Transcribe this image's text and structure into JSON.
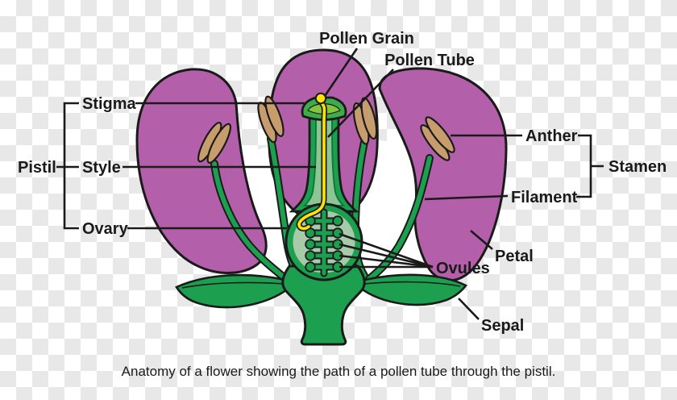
{
  "diagram": {
    "type": "labeled-diagram",
    "subject": "Flower anatomy with pollen tube path",
    "caption": "Anatomy of a flower showing the path of a pollen tube through the pistil."
  },
  "labels": {
    "pollen_grain": "Pollen Grain",
    "pollen_tube": "Pollen Tube",
    "stigma": "Stigma",
    "style": "Style",
    "ovary": "Ovary",
    "pistil": "Pistil",
    "anther": "Anther",
    "filament": "Filament",
    "stamen": "Stamen",
    "petal": "Petal",
    "ovules": "Ovules",
    "sepal": "Sepal"
  },
  "groups": {
    "pistil_parts": [
      "Stigma",
      "Style",
      "Ovary"
    ],
    "stamen_parts": [
      "Anther",
      "Filament"
    ]
  },
  "colors": {
    "petal": "#B45FA9",
    "anther": "#C89D6E",
    "green": "#1CA04F",
    "green_dark": "#0E7A3A",
    "stigma_top": "#84C440",
    "style_inner": "#8FC594",
    "ovary_inner": "#A7CBA9",
    "pollen": "#FFE206",
    "outline": "#1A1A1A",
    "checker": "#E8E8E8",
    "text": "#1A1A1A"
  }
}
